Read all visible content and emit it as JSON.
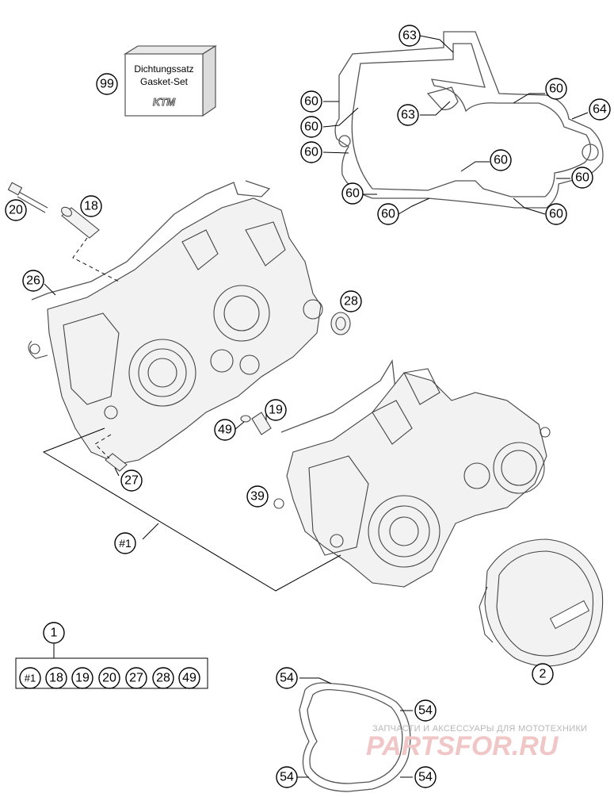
{
  "callouts": {
    "c99": "99",
    "c63a": "63",
    "c60a": "60",
    "c60b": "60",
    "c60c": "60",
    "c63b": "63",
    "c60d": "60",
    "c64": "64",
    "c60e": "60",
    "c60f": "60",
    "c60g": "60",
    "c60h": "60",
    "c60i": "60",
    "c20": "20",
    "c18": "18",
    "c26": "26",
    "c28": "28",
    "c19": "19",
    "c49": "49",
    "c27": "27",
    "c39": "39",
    "c_set": "#1",
    "c1": "1",
    "c2": "2",
    "c54a": "54",
    "c54b": "54",
    "c54c": "54",
    "c54d": "54"
  },
  "gasket_kit": {
    "line1": "Dichtungssatz",
    "line2": "Gasket-Set",
    "brand": "KTM"
  },
  "kit_contents": [
    "#1",
    "18",
    "19",
    "20",
    "27",
    "28",
    "49"
  ],
  "watermark": {
    "line1": "ЗАПЧАСТИ И АКСЕССУАРЫ ДЛЯ МОТОТЕХНИКИ",
    "line2": "PARTSFOR.RU"
  }
}
